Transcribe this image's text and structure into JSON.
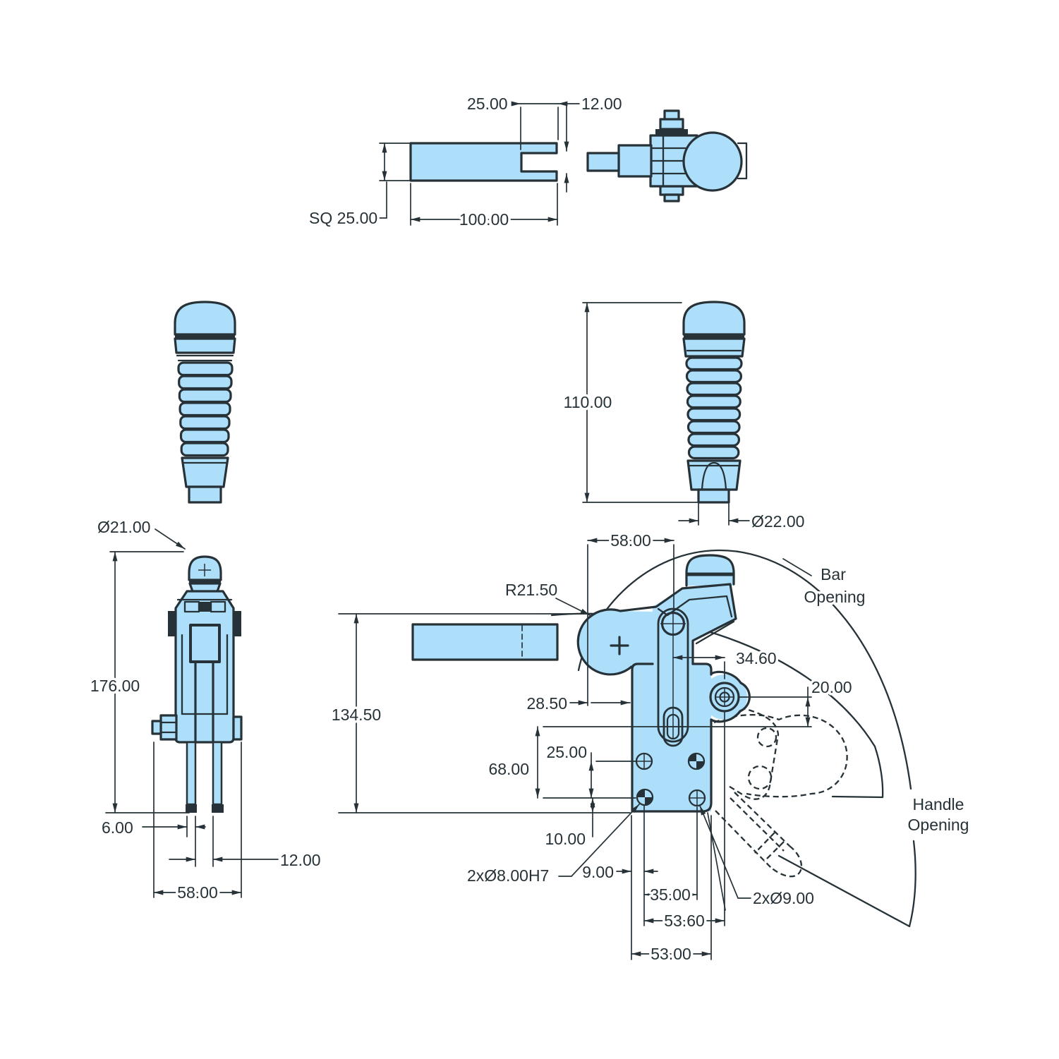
{
  "colors": {
    "part_fill": "#ADDFFA",
    "line": "#263238",
    "background": "#FFFFFF"
  },
  "views": {
    "bar_top": {
      "dims": {
        "slot_depth": "25.00",
        "slot_width": "12.00",
        "section": "SQ 25.00",
        "length": "100.00"
      }
    },
    "handle_side": {
      "dims": {
        "length": "110.00",
        "diameter": "Ø22.00"
      }
    },
    "clamp_side": {
      "dims": {
        "knob_diameter": "Ø21.00",
        "height": "176.00",
        "prong_thickness": "6.00",
        "prong_gap": "12.00",
        "width": "58.00"
      }
    },
    "clamp_front": {
      "dims": {
        "handle_offset": "58.00",
        "mount_radius": "R21.50",
        "height": "134.50",
        "bar_offset": "28.50",
        "pivot_spacing": "34.60",
        "boss_offset": "20.00",
        "hole_span": "68.00",
        "hole_pitch_vertical": "25.00",
        "base_margin": "10.00",
        "edge_margin": "9.00",
        "hole_pitch_horizontal": "35.00",
        "boss_spacing": "53.60",
        "plate_width": "53.00",
        "dowel_holes": "2xØ8.00H7",
        "bolt_holes": "2xØ9.00"
      },
      "labels": {
        "bar_opening": [
          "Bar",
          "Opening"
        ],
        "handle_opening": [
          "Handle",
          "Opening"
        ]
      }
    }
  }
}
